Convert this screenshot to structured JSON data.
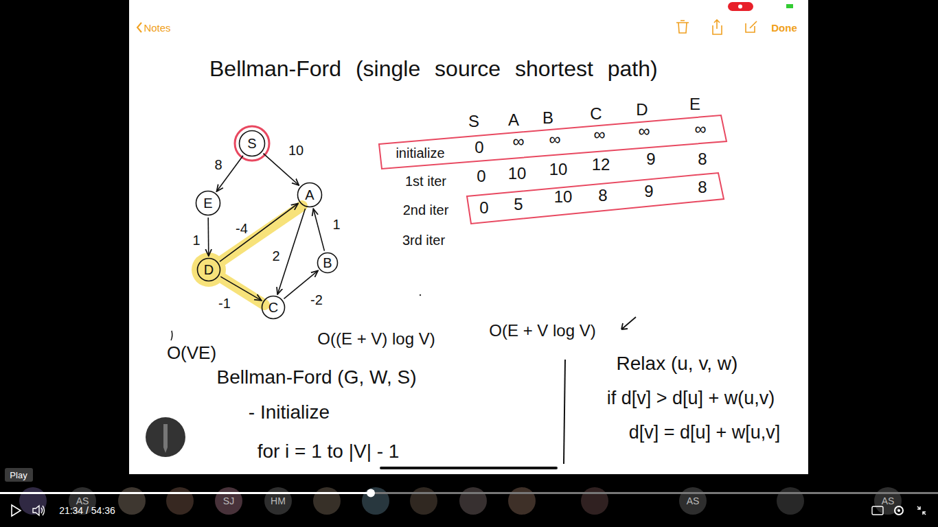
{
  "diagram": {
    "title": "Bellman-Ford (single source shortest path)",
    "nodes": [
      {
        "text": [
          "S"
        ]
      },
      {
        "text": [
          "E"
        ]
      },
      {
        "text": [
          "A"
        ]
      },
      {
        "text": [
          "D"
        ]
      },
      {
        "text": [
          "B"
        ]
      },
      {
        "text": [
          "C"
        ]
      }
    ],
    "edges": [
      {
        "from": 0,
        "to": 1,
        "label": "8",
        "arrow": "to"
      },
      {
        "from": 0,
        "to": 2,
        "label": "10",
        "arrow": "to"
      },
      {
        "from": 1,
        "to": 3,
        "label": "1",
        "arrow": "to"
      },
      {
        "from": 3,
        "to": 2,
        "label": "-4",
        "arrow": "to"
      },
      {
        "from": 3,
        "to": 5,
        "label": "-1",
        "arrow": "to"
      },
      {
        "from": 2,
        "to": 5,
        "label": "2",
        "arrow": "to"
      },
      {
        "from": 5,
        "to": 4,
        "label": "-2",
        "arrow": "to"
      },
      {
        "from": 4,
        "to": 2,
        "label": "1",
        "arrow": "to"
      }
    ],
    "labels": [
      "Notes",
      "Done",
      "S",
      "A",
      "B",
      "C",
      "D",
      "E",
      "initialize",
      "0",
      "∞",
      "∞",
      "∞",
      "∞",
      "∞",
      "1st iter",
      "0",
      "10",
      "10",
      "12",
      "9",
      "8",
      "2nd iter",
      "0",
      "5",
      "10",
      "8",
      "9",
      "8",
      "3rd iter",
      "O(VE)",
      "O((E + V) log V)",
      "O(E + V log V)",
      "Bellman-Ford (G, W, S)",
      "- Initialize",
      "for i = 1 to |V| - 1",
      "Relax (u, v, w)",
      "if d[v] > d[u] + w(u,v)",
      "d[v] = d[u] + w[u,v]",
      "Play",
      "21:34 / 54:36",
      "AS",
      "SJ",
      "HM",
      "AS",
      "AS"
    ]
  }
}
